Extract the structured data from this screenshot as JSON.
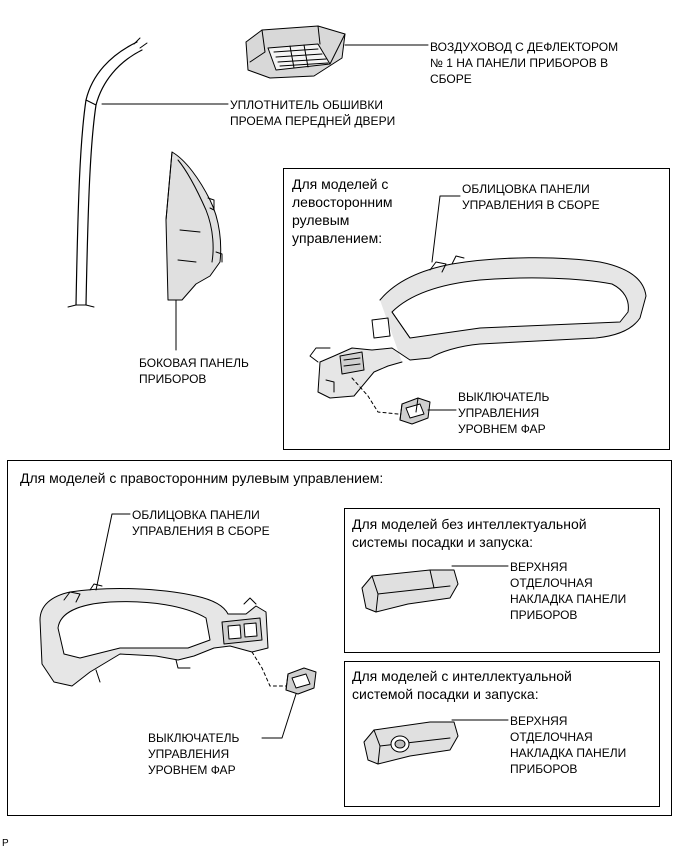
{
  "labels": {
    "duct_l1": "ВОЗДУХОВОД С ДЕФЛЕКТОРОМ",
    "duct_l2": "№ 1 НА ПАНЕЛИ ПРИБОРОВ В",
    "duct_l3": "СБОРЕ",
    "seal_l1": "УПЛОТНИТЕЛЬ ОБШИВКИ",
    "seal_l2": "ПРОЕМА ПЕРЕДНЕЙ ДВЕРИ",
    "side_l1": "БОКОВАЯ ПАНЕЛЬ",
    "side_l2": "ПРИБОРОВ",
    "lhd_hdr_l1": "Для моделей с",
    "lhd_hdr_l2": "левосторонним",
    "lhd_hdr_l3": "рулевым",
    "lhd_hdr_l4": "управлением:",
    "cover_l1": "ОБЛИЦОВКА ПАНЕЛИ",
    "cover_l2": "УПРАВЛЕНИЯ В СБОРЕ",
    "switch_l1": "ВЫКЛЮЧАТЕЛЬ",
    "switch_l2": "УПРАВЛЕНИЯ",
    "switch_l3": "УРОВНЕМ ФАР",
    "rhd_hdr": "Для моделей с правосторонним рулевым управлением:",
    "no_smart_hdr_l1": "Для моделей без интеллектуальной",
    "no_smart_hdr_l2": "системы посадки и запуска:",
    "smart_hdr_l1": "Для моделей с интеллектуальной",
    "smart_hdr_l2": "системой посадки и запуска:",
    "upper_l1": "ВЕРХНЯЯ",
    "upper_l2": "ОТДЕЛОЧНАЯ",
    "upper_l3": "НАКЛАДКА ПАНЕЛИ",
    "upper_l4": "ПРИБОРОВ",
    "corner_mark": "P"
  }
}
